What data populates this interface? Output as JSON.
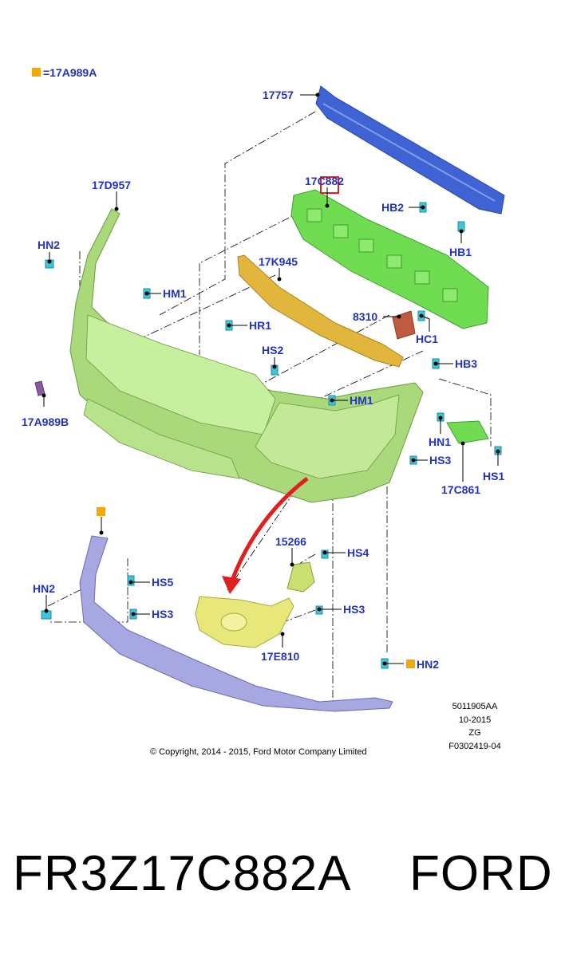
{
  "legend": {
    "label": "=17A989A",
    "marker_color": "#f5a800"
  },
  "part_labels": {
    "p17757": "17757",
    "p17D957": "17D957",
    "p17C882": "17C882",
    "p17K945": "17K945",
    "pHB2": "HB2",
    "pHB1": "HB1",
    "pHN2_top": "HN2",
    "pHM1_top": "HM1",
    "pHR1": "HR1",
    "pHS2": "HS2",
    "p8310": "8310",
    "pHC1": "HC1",
    "pHB3": "HB3",
    "pHM1_mid": "HM1",
    "p17A989B": "17A989B",
    "pHN1": "HN1",
    "pHS3_right": "HS3",
    "pHS1": "HS1",
    "p17C861": "17C861",
    "p15266": "15266",
    "pHS4": "HS4",
    "pHN2_left": "HN2",
    "pHS5": "HS5",
    "pHS3_left": "HS3",
    "pHS3_mid": "HS3",
    "p17E810": "17E810",
    "pHN2_bottom": "HN2"
  },
  "diagram_meta": {
    "line1": "5011905AA",
    "line2": "10-2015",
    "line3": "ZG",
    "line4": "F0302419-04"
  },
  "copyright": "© Copyright, 2014 - 2015, Ford Motor Company Limited",
  "footer": {
    "part_number": "FR3Z17C882A",
    "brand": "FORD"
  },
  "colors": {
    "reinforcement_blue": "#3f63d2",
    "absorber_green": "#6fdc52",
    "bumper_cover_green": "#a9d97a",
    "strip_yellow": "#e2b53c",
    "lower_lip_purple": "#a7a7e2",
    "grille_yellow": "#e8e87a",
    "fastener_cyan": "#3fc4d8",
    "highlight_red": "#e02020",
    "label_blue": "#2233c4"
  }
}
